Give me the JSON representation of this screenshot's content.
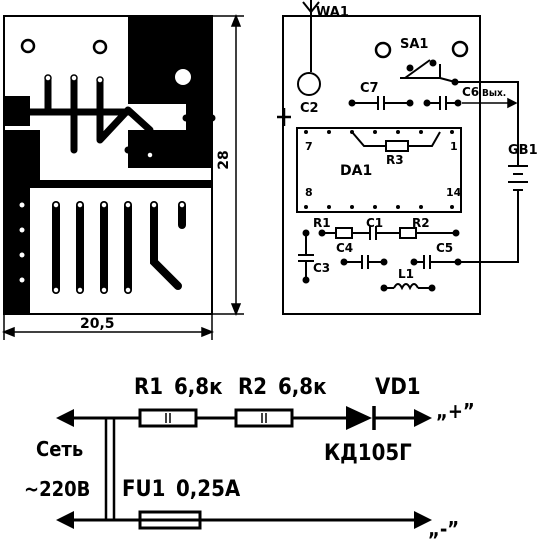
{
  "pcb": {
    "dim_width": "20,5",
    "dim_height": "28"
  },
  "components": {
    "antenna": "WA1",
    "switch": "SA1",
    "c2": "C2",
    "c7": "C7",
    "c6": "C6",
    "output": "Вых.",
    "battery": "GB1",
    "r3": "R3",
    "chip": "DA1",
    "pin7": "7",
    "pin1": "1",
    "pin8": "8",
    "pin14": "14",
    "r1": "R1",
    "c1": "C1",
    "r2": "R2",
    "c4": "C4",
    "c5": "C5",
    "c3": "C3",
    "l1": "L1"
  },
  "schematic": {
    "r1_label": "R1",
    "r1_value": "6,8к",
    "r2_label": "R2",
    "r2_value": "6,8к",
    "vd1_label": "VD1",
    "vd1_type": "КД105Г",
    "fu1_label": "FU1",
    "fu1_value": "0,25А",
    "mains_label": "Сеть",
    "mains_voltage": "~220В",
    "plus_label": "„+”",
    "minus_label": "„-”"
  }
}
